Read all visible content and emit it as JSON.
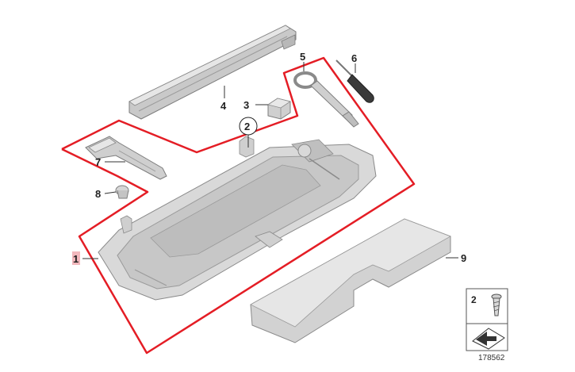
{
  "callouts": {
    "c1": "1",
    "c2": "2",
    "c3": "3",
    "c4": "4",
    "c5": "5",
    "c6": "6",
    "c7": "7",
    "c8": "8",
    "c9": "9"
  },
  "legend": {
    "item_number": "2"
  },
  "reference_number": "178562",
  "colors": {
    "boundary": "#e41d25",
    "part_fill": "#d9d9d9",
    "part_stroke": "#8a8a8a",
    "highlight": "#f2b8bd"
  }
}
